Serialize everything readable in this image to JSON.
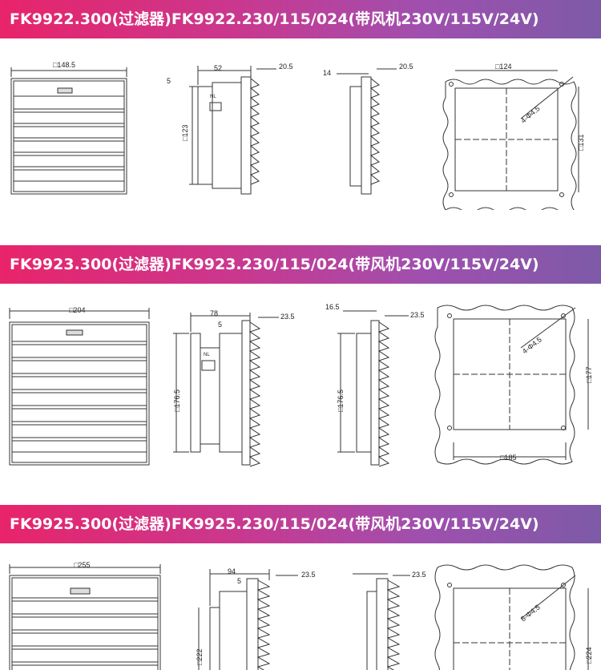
{
  "sections": [
    {
      "title": "FK9922.300(过滤器)FK9922.230/115/024(带风机230V/115V/24V)",
      "width_dim": "□148.5",
      "height_dim": "□123",
      "side_depth_filter": "52",
      "side_front": "20.5",
      "side_gap": "5",
      "filter_depth": "14",
      "filter_front": "20.5",
      "cutout_w": "□124",
      "cutout_h": "□131",
      "holes": "4-Φ4.5",
      "terminal": "NL"
    },
    {
      "title": "FK9923.300(过滤器)FK9923.230/115/024(带风机230V/115V/24V)",
      "width_dim": "□204",
      "height_dim": "□176.5",
      "side_depth_filter": "78",
      "side_front": "23.5",
      "side_gap": "5",
      "filter_depth": "16.5",
      "filter_front": "23.5",
      "filter_height": "□176.5",
      "cutout_w": "□185",
      "cutout_h": "□177",
      "holes": "4-Φ4.5",
      "terminal": "NL"
    },
    {
      "title": "FK9925.300(过滤器)FK9925.230/115/024(带风机230V/115V/24V)",
      "width_dim": "□255",
      "height_dim": "□222",
      "side_depth_filter": "94",
      "side_front": "23.5",
      "side_gap": "5",
      "filter_front": "23.5",
      "cutout_h": "□224",
      "holes": "6-Φ4.5"
    }
  ],
  "colors": {
    "banner_start": "#e8246a",
    "banner_end": "#7d5aa8",
    "line": "#333333"
  }
}
